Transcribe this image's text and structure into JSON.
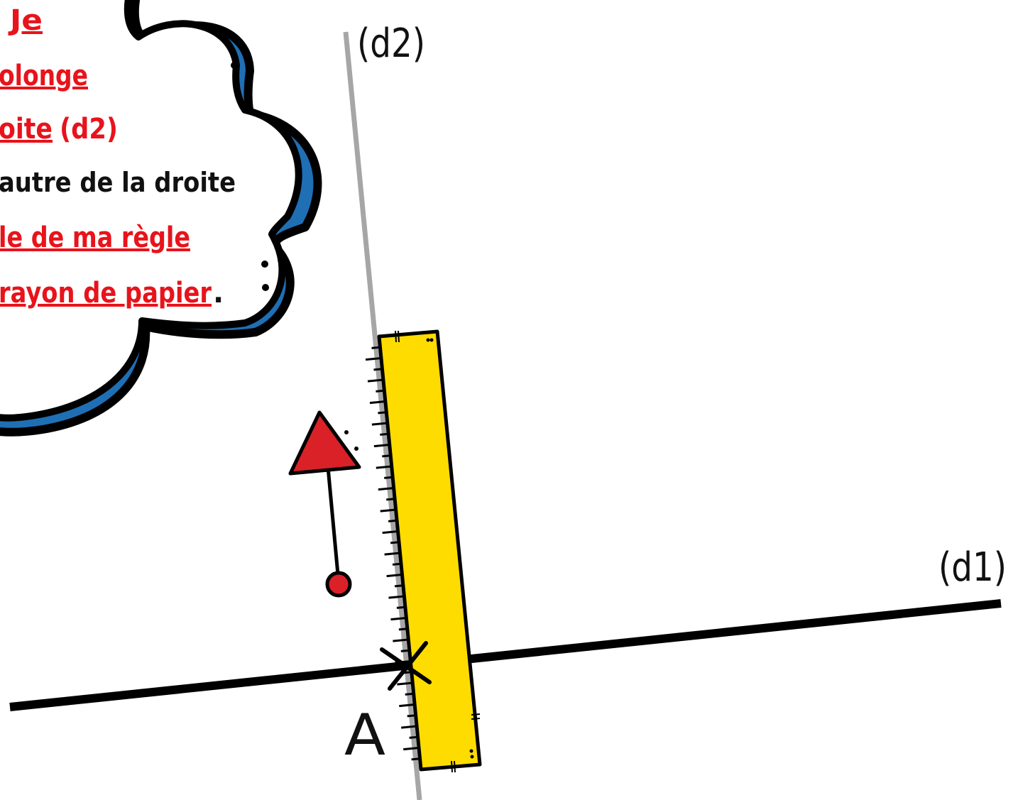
{
  "cloud": {
    "lines": [
      "Je",
      "olonge",
      "oite",
      "(d2)",
      "autre de la droite",
      "le de ma règle",
      "rayon de papier",
      "."
    ]
  },
  "labels": {
    "d2": "(d2)",
    "d1": "(d1)",
    "point_a": "A"
  },
  "colors": {
    "ruler": "#ffdc00",
    "arrow": "#d92127",
    "cloud_accent": "#1f6fb5",
    "construction_line": "#a6a6a6",
    "instruction_red": "#e8131b"
  }
}
